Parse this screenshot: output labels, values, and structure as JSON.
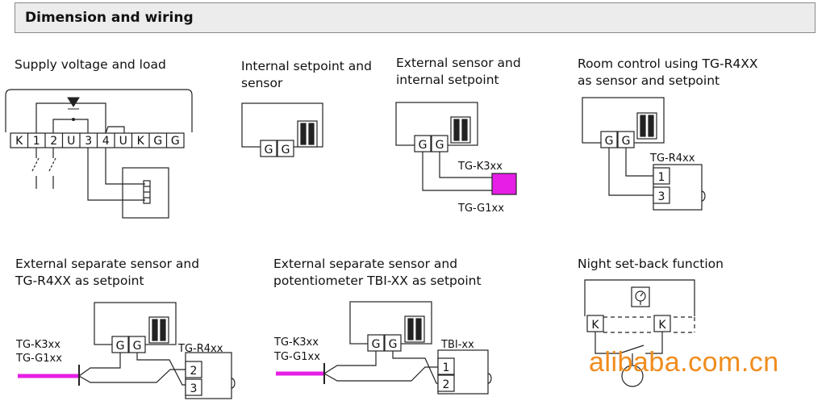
{
  "header": {
    "title": "Dimension and wiring"
  },
  "sections": {
    "supply": {
      "title": "Supply voltage and load"
    },
    "internal": {
      "title_line1": "Internal setpoint and",
      "title_line2": "sensor"
    },
    "ext_sensor": {
      "title_line1": "External sensor and",
      "title_line2": "internal setpoint"
    },
    "room_control": {
      "title_line1": "Room control using TG-R4XX",
      "title_line2": "as sensor and setpoint"
    },
    "ext_sep_r4": {
      "title_line1": "External separate sensor and",
      "title_line2": "TG-R4XX as setpoint"
    },
    "ext_sep_tbi": {
      "title_line1": "External separate sensor and",
      "title_line2": "potentiometer TBI-XX as setpoint"
    },
    "night": {
      "title": "Night set-back function"
    }
  },
  "terminals": {
    "main_strip": [
      "K",
      "1",
      "2",
      "U",
      "3",
      "4",
      "U",
      "K",
      "G",
      "G"
    ],
    "g": "G",
    "k": "K",
    "one": "1",
    "two": "2",
    "three": "3"
  },
  "labels": {
    "tg_k3xx": "TG-K3xx",
    "tg_g1xx": "TG-G1xx",
    "tg_r4xx": "TG-R4xx",
    "tbi_xx": "TBI-xx"
  },
  "colors": {
    "sensor_magenta": "#e61ee6",
    "watermark": "#f08c1e",
    "header_bg": "#ececec"
  },
  "watermark": {
    "text": "alibaba.com.cn"
  }
}
